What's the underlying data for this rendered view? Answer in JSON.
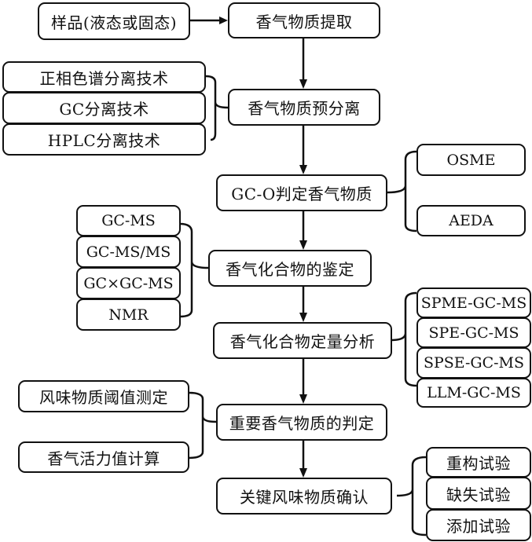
{
  "diagram": {
    "type": "flowchart",
    "main_flow": [
      {
        "id": "extract",
        "label": "香气物质提取"
      },
      {
        "id": "pre_separation",
        "label": "香气物质预分离"
      },
      {
        "id": "gco",
        "label": "GC-O判定香气物质"
      },
      {
        "id": "identification",
        "label": "香气化合物的鉴定"
      },
      {
        "id": "quantitative",
        "label": "香气化合物定量分析"
      },
      {
        "id": "importance",
        "label": "重要香气物质的判定"
      },
      {
        "id": "key_confirm",
        "label": "关键风味物质确认"
      }
    ],
    "input": {
      "label": "样品(液态或固态)",
      "feeds": "extract"
    },
    "branches": {
      "pre_separation": {
        "side": "left",
        "items": [
          "正相色谱分离技术",
          "GC分离技术",
          "HPLC分离技术"
        ]
      },
      "gco": {
        "side": "right",
        "items": [
          "OSME",
          "AEDA"
        ]
      },
      "identification": {
        "side": "left",
        "items": [
          "GC-MS",
          "GC-MS/MS",
          "GC×GC-MS",
          "NMR"
        ]
      },
      "quantitative": {
        "side": "right",
        "items": [
          "SPME-GC-MS",
          "SPE-GC-MS",
          "SPSE-GC-MS",
          "LLM-GC-MS"
        ]
      },
      "importance": {
        "side": "left",
        "items": [
          "风味物质阈值测定",
          "香气活力值计算"
        ]
      },
      "key_confirm": {
        "side": "right",
        "items": [
          "重构试验",
          "缺失试验",
          "添加试验"
        ]
      }
    }
  }
}
